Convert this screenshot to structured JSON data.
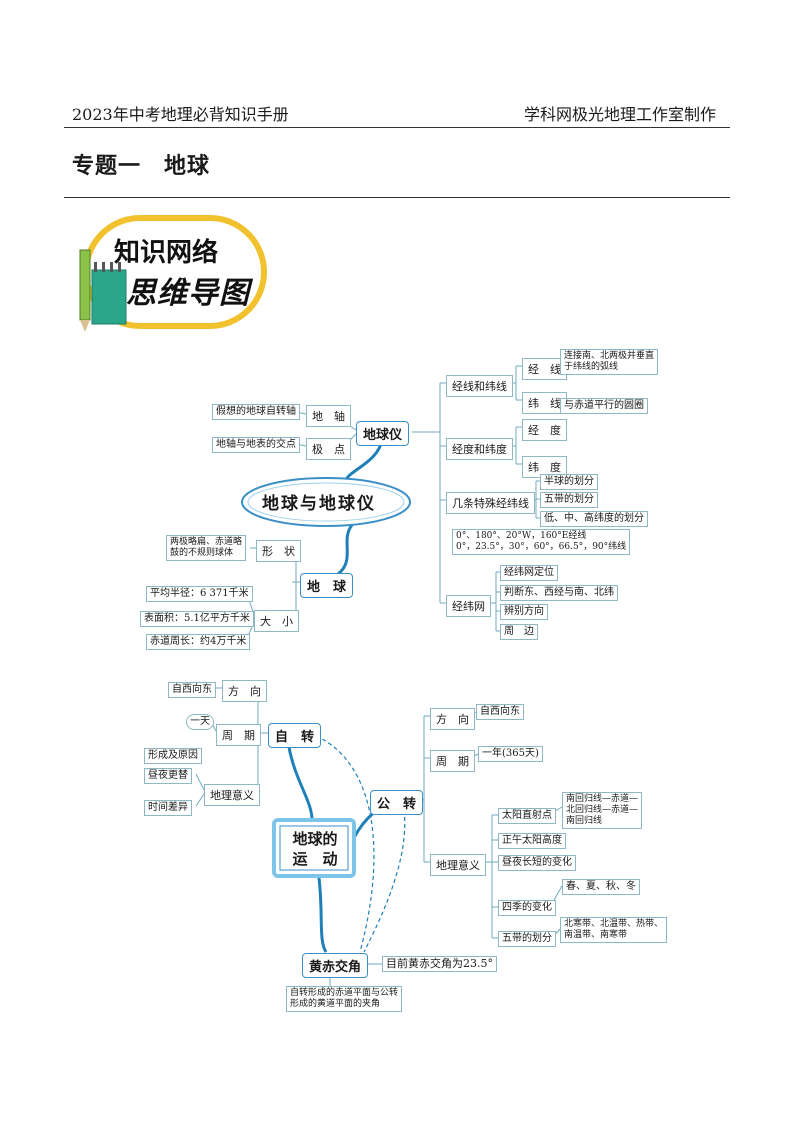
{
  "header": {
    "left": "2023年中考地理必背知识手册",
    "right": "学科网极光地理工作室制作"
  },
  "title": "专题一　地球",
  "badge": {
    "line1": "知识网络",
    "line2": "思维导图"
  },
  "map1": {
    "center": "地球与地球仪",
    "globe": "地球仪",
    "earth": "地　球",
    "axis": "地　轴",
    "axis_def": "假想的地球自转轴",
    "pole": "极　点",
    "pole_def": "地轴与地表的交点",
    "jwx": "经线和纬线",
    "jx": "经　线",
    "jx_def1": "连接南、北两极并垂直",
    "jx_def2": "于纬线的弧线",
    "wx": "纬　线",
    "wx_def": "与赤道平行的圆圈",
    "jwd": "经度和纬度",
    "jd": "经　度",
    "wd": "纬　度",
    "special": "几条特殊经纬线",
    "sp1": "半球的划分",
    "sp2": "五带的划分",
    "sp3": "低、中、高纬度的划分",
    "sp_note1": "0°、180°、20°W，160°E经线",
    "sp_note2": "0°，23.5°，30°，60°，66.5°，90°纬线",
    "grid": "经纬网",
    "g1": "经纬网定位",
    "g2": "判断东、西经与南、北纬",
    "g3": "辨别方向",
    "g4": "周　边",
    "shape": "形　状",
    "shape_def1": "两极略扁、赤道略",
    "shape_def2": "鼓的不规则球体",
    "size": "大　小",
    "s1": "平均半径：6 371千米",
    "s2": "表面积：5.1亿平方千米",
    "s3": "赤道周长：约4万千米"
  },
  "map2": {
    "center1": "地球的",
    "center2": "运　动",
    "rot": "自　转",
    "rev": "公　转",
    "r_dir": "方　向",
    "r_dir_v": "自西向东",
    "r_per": "周　期",
    "r_per_v": "一天",
    "r_sig": "地理意义",
    "r_sig1": "形成及原因",
    "r_sig2": "昼夜更替",
    "r_sig3": "时间差异",
    "v_dir": "方　向",
    "v_dir_v": "自西向东",
    "v_per": "周　期",
    "v_per_v": "一年(365天)",
    "v_sig": "地理意义",
    "v1": "太阳直射点",
    "v1a": "南回归线—赤道—",
    "v1b": "北回归线—赤道—",
    "v1c": "南回归线",
    "v2": "正午太阳高度",
    "v3": "昼夜长短的变化",
    "v4": "四季的变化",
    "v4a": "春、夏、秋、冬",
    "v5": "五带的划分",
    "v5a": "北寒带、北温带、热带、",
    "v5b": "南温带、南寒带",
    "obl": "黄赤交角",
    "obl_v": "目前黄赤交角为23.5°",
    "obl_d1": "自转形成的赤道平面与公转",
    "obl_d2": "形成的黄道平面的夹角"
  }
}
